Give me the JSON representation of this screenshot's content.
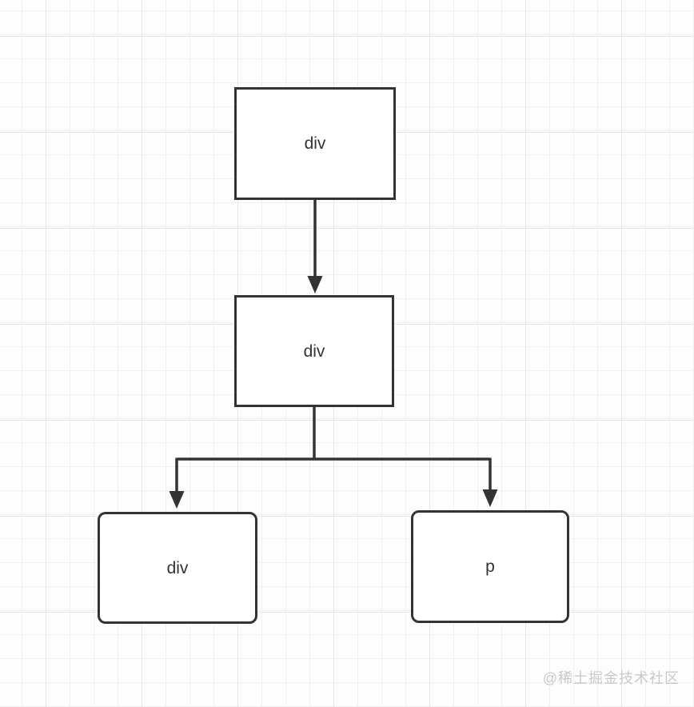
{
  "canvas": {
    "background_color": "#fdfdfe",
    "grid_minor_color": "#f1f1f3",
    "grid_major_color": "#e6e7e9",
    "stroke_color": "#333333",
    "node_fill_color": "#ffffff",
    "text_color": "#333333"
  },
  "diagram": {
    "nodes": [
      {
        "id": "node-top",
        "label": "div",
        "shape": "rectangle"
      },
      {
        "id": "node-middle",
        "label": "div",
        "shape": "rectangle"
      },
      {
        "id": "node-bottom-left",
        "label": "div",
        "shape": "rounded-rectangle"
      },
      {
        "id": "node-bottom-right",
        "label": "p",
        "shape": "rounded-rectangle"
      }
    ],
    "edges": [
      {
        "from": "node-top",
        "to": "node-middle",
        "arrow": "solid-triangle"
      },
      {
        "from": "node-middle",
        "to": "node-bottom-left",
        "arrow": "solid-triangle"
      },
      {
        "from": "node-middle",
        "to": "node-bottom-right",
        "arrow": "solid-triangle"
      }
    ]
  },
  "watermark": {
    "text": "@稀土掘金技术社区"
  }
}
